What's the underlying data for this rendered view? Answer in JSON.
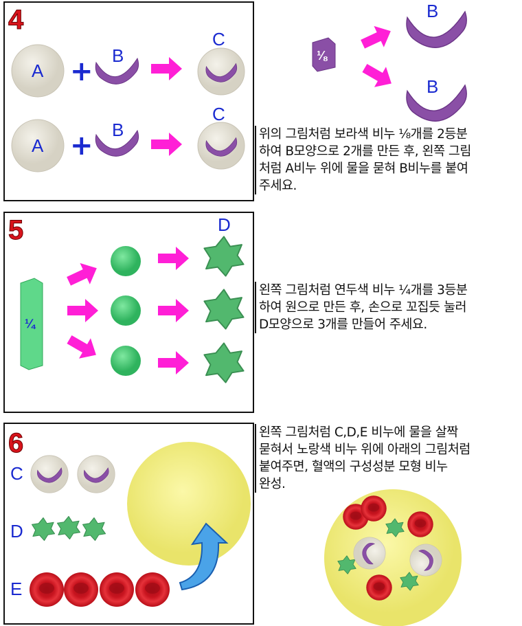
{
  "step4": {
    "number": "4",
    "label_a": "A",
    "label_b": "B",
    "label_c": "C",
    "plus": "+",
    "fraction": "⅛",
    "instruction_lines": [
      "위의 그림처럼  보라색 비누 ⅛개를 2등분",
      "하여 B모양으로 2개를 만든 후, 왼쪽 그림",
      "처럼 A비누 위에 물을 묻혀 B비누를 붙여",
      "주세요."
    ]
  },
  "step5": {
    "number": "5",
    "label_d": "D",
    "fraction": "¼",
    "instruction_lines": [
      "왼쪽 그림처럼  연두색 비누 ¼개를 3등분",
      "하여 원으로 만든 후, 손으로 꼬집듯 눌러",
      "D모양으로 3개를 만들어 주세요."
    ]
  },
  "step6": {
    "number": "6",
    "label_c": "C",
    "label_d": "D",
    "label_e": "E",
    "instruction_lines": [
      "왼쪽 그림처럼 C,D,E 비누에 물을 살짝",
      "묻혀서 노랑색 비누 위에 아래의 그림처럼",
      "붙여주면, 혈액의 구성성분 모형 비누",
      "완성."
    ]
  },
  "colors": {
    "purple": "#8a4fa6",
    "magenta": "#ff1fd6",
    "green": "#4fcf7a",
    "yellow": "#f3ef86",
    "red": "#d41a24",
    "cream": "#e9e6dc",
    "label_blue": "#1a2ad0",
    "step_red": "#d8141c"
  }
}
